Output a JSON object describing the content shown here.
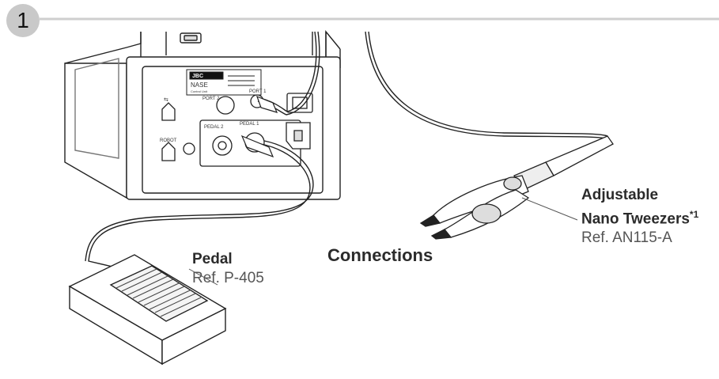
{
  "step": {
    "number": "1"
  },
  "caption": "Connections",
  "tweezers": {
    "name_line1": "Adjustable",
    "name_line2": "Nano Tweezers",
    "footnote_mark": "*1",
    "ref": "Ref. AN115-A"
  },
  "pedal": {
    "name": "Pedal",
    "ref": "Ref. P-405"
  },
  "control_unit": {
    "brand": "JBC",
    "model": "NASE",
    "subtitle": "Control Unit",
    "port2_label": "PORT 2",
    "port1_label": "PORT 1",
    "pedal2_label": "PEDAL 2",
    "pedal1_label": "PEDAL 1",
    "robot_label": "ROBOT"
  }
}
